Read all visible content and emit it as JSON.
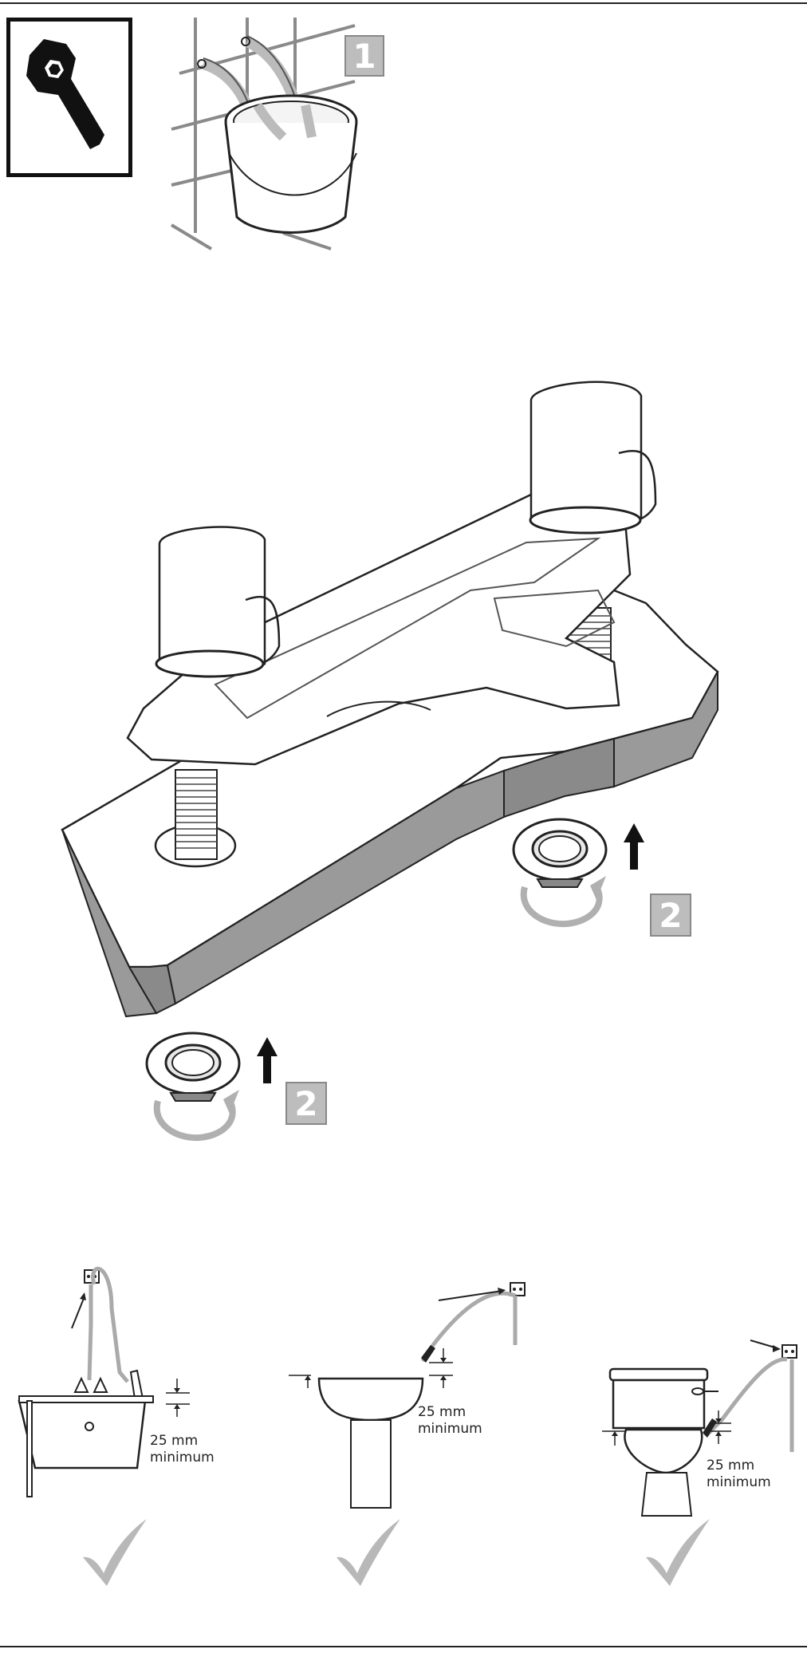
{
  "steps": {
    "step1": "1",
    "step2_right": "2",
    "step2_left": "2"
  },
  "illustrations": {
    "tool_icon": "spanner-icon",
    "bucket_icon": "bucket-icon",
    "tap_icon": "basin-tap-icon",
    "backnut_icon": "backnut-icon",
    "check_icon": "check-mark-icon"
  },
  "clearance": {
    "bath": {
      "value": "25 mm",
      "label": "minimum"
    },
    "basin": {
      "value": "25 mm",
      "label": "minimum"
    },
    "toilet": {
      "value": "25 mm",
      "label": "minimum"
    }
  },
  "colors": {
    "ink": "#111111",
    "badge": "#bdbdbd",
    "hose": "#a8a8a8",
    "check": "#b8b8b8",
    "deck_edge": "#9a9a9a"
  }
}
